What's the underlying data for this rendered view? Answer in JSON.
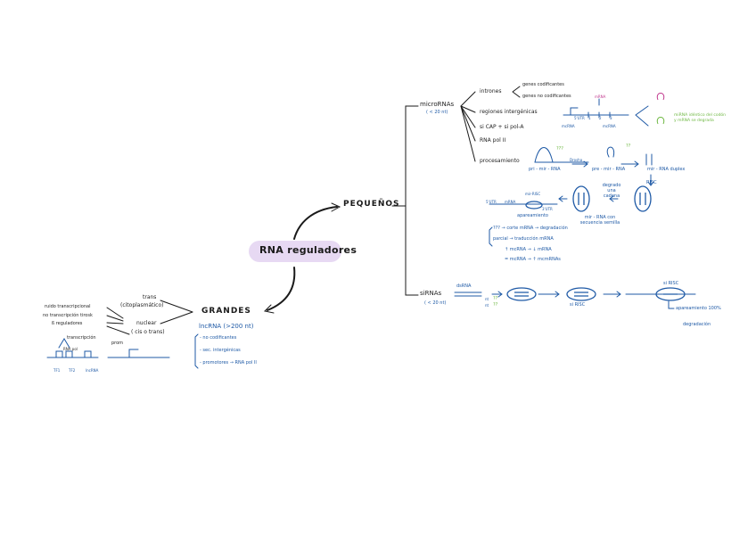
{
  "center": {
    "title": "RNA reguladores"
  },
  "grandes": {
    "label": "GRANDES",
    "lncrna": "lncRNA (>200 nt)",
    "bullets": [
      "- no codificantes",
      "- sec. intergénicas",
      "- promotores → RNA pol II"
    ],
    "trans": "trans",
    "trans_sub": "(citoplasmático)",
    "nuclear": "nuclear",
    "nuclear_sub": "( cis o trans)",
    "effects": [
      "ruido transcripcional",
      "no transcripción tirosk",
      "ß reguladores"
    ],
    "transcription": "transcripción",
    "gene_labels": [
      "TF1",
      "TF2",
      "lncRNA"
    ],
    "pol_label": "RNA pol",
    "prom_label": "prom"
  },
  "pequenos": {
    "label": "PEQUEÑOS",
    "micrornas": {
      "label": "microRNAs",
      "size": "( < 20 nt)",
      "items": [
        "intrones",
        "regiones intergénicas",
        "si CAP + si pol-A",
        "RNA pol II",
        "procesamiento"
      ],
      "intron_targets": [
        "genes codificantes",
        "genes no codificantes"
      ],
      "diagram_labels": [
        "mRNA",
        "5'UTR",
        "1",
        "2",
        "3",
        "mcRNA",
        "mcRNA"
      ],
      "green_note": "miRNA idéntico del codón y mRNA se degrada",
      "processing": [
        "pri - mir - RNA",
        "Drosha",
        "pre - mir - RNA",
        "mir - RNA duplex"
      ],
      "dicer_marks": [
        "???",
        "??"
      ],
      "risc_labels": [
        "degrado una cadena",
        "RISC",
        "mir - RNA con secuencia semilla",
        "apareamiento"
      ],
      "risc_marks": [
        "mir-RISC",
        "5'UTR",
        "mRNA",
        "3'UTR"
      ],
      "outcomes": {
        "total": "??? → corte mRNA → degradación",
        "partial": "parcial → traducción mRNA",
        "more_mirna": "↑ mcRNA → ↓ mRNA",
        "less_mirna": "= mcRNA → ↑ mcmRNAs"
      }
    },
    "sirnas": {
      "label": "siRNAs",
      "size": "( < 20 nt)",
      "dsrna": "dsRNA",
      "marks": [
        "nt",
        "??",
        "nt",
        "??"
      ],
      "risc": "si RISC",
      "sirisc_top": "si RISC",
      "outcome": "apareamiento 100%",
      "outcome2": "degradación"
    }
  },
  "colors": {
    "pill": "#e7d9f3",
    "ink": "#1f1f1f",
    "blue": "#1f5aa6",
    "green": "#6fb843",
    "magenta": "#c23b8f"
  }
}
